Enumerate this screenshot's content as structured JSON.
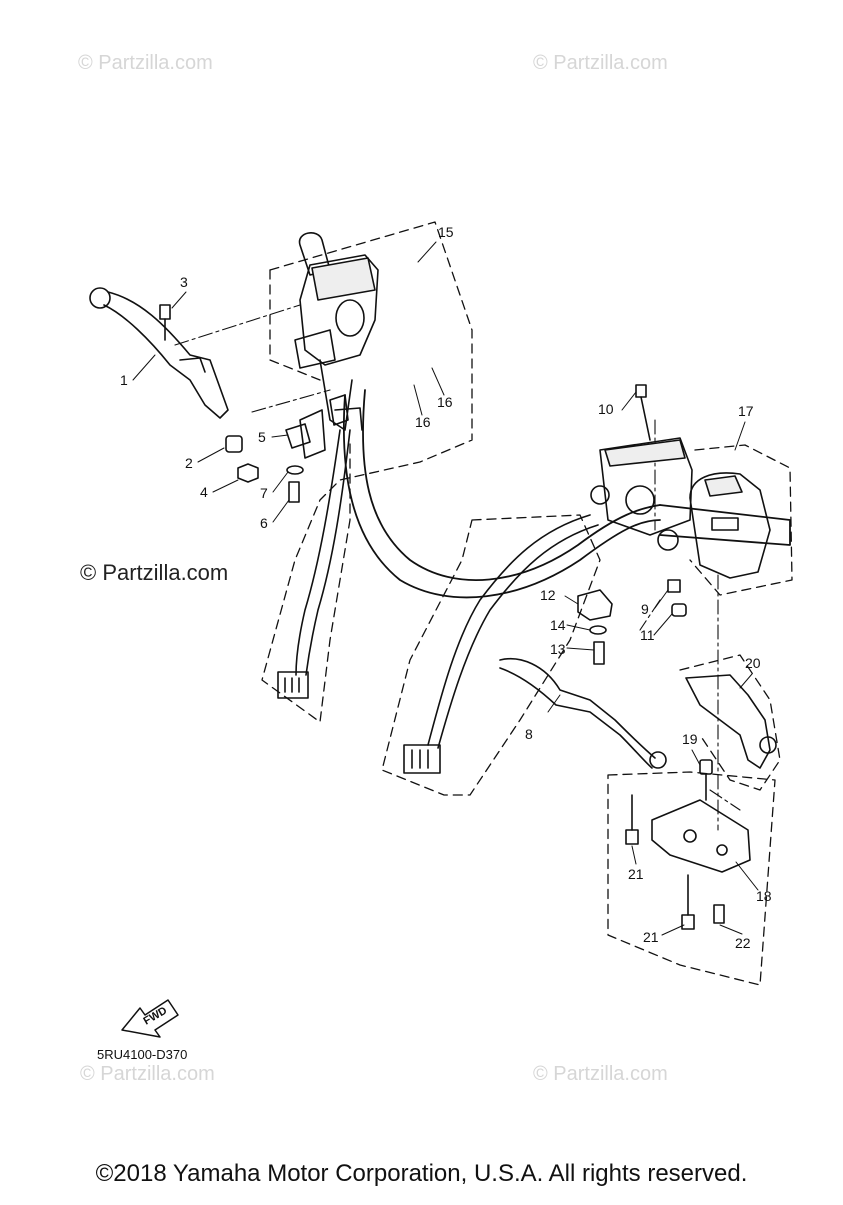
{
  "watermarks": {
    "top_left": "© Partzilla.com",
    "top_right": "© Partzilla.com",
    "mid_left": "© Partzilla.com",
    "bottom_left": "© Partzilla.com",
    "bottom_right": "© Partzilla.com"
  },
  "callouts": [
    "1",
    "2",
    "3",
    "4",
    "5",
    "6",
    "7",
    "8",
    "9",
    "10",
    "11",
    "12",
    "13",
    "14",
    "15",
    "16",
    "16",
    "17",
    "18",
    "19",
    "20",
    "21",
    "21",
    "22"
  ],
  "fwd_label": "FWD",
  "diagram_code": "5RU4100-D370",
  "copyright": "©2018 Yamaha Motor Corporation, U.S.A. All rights reserved.",
  "colors": {
    "line": "#111111",
    "watermark": "#d0d0d0",
    "background": "#ffffff"
  }
}
